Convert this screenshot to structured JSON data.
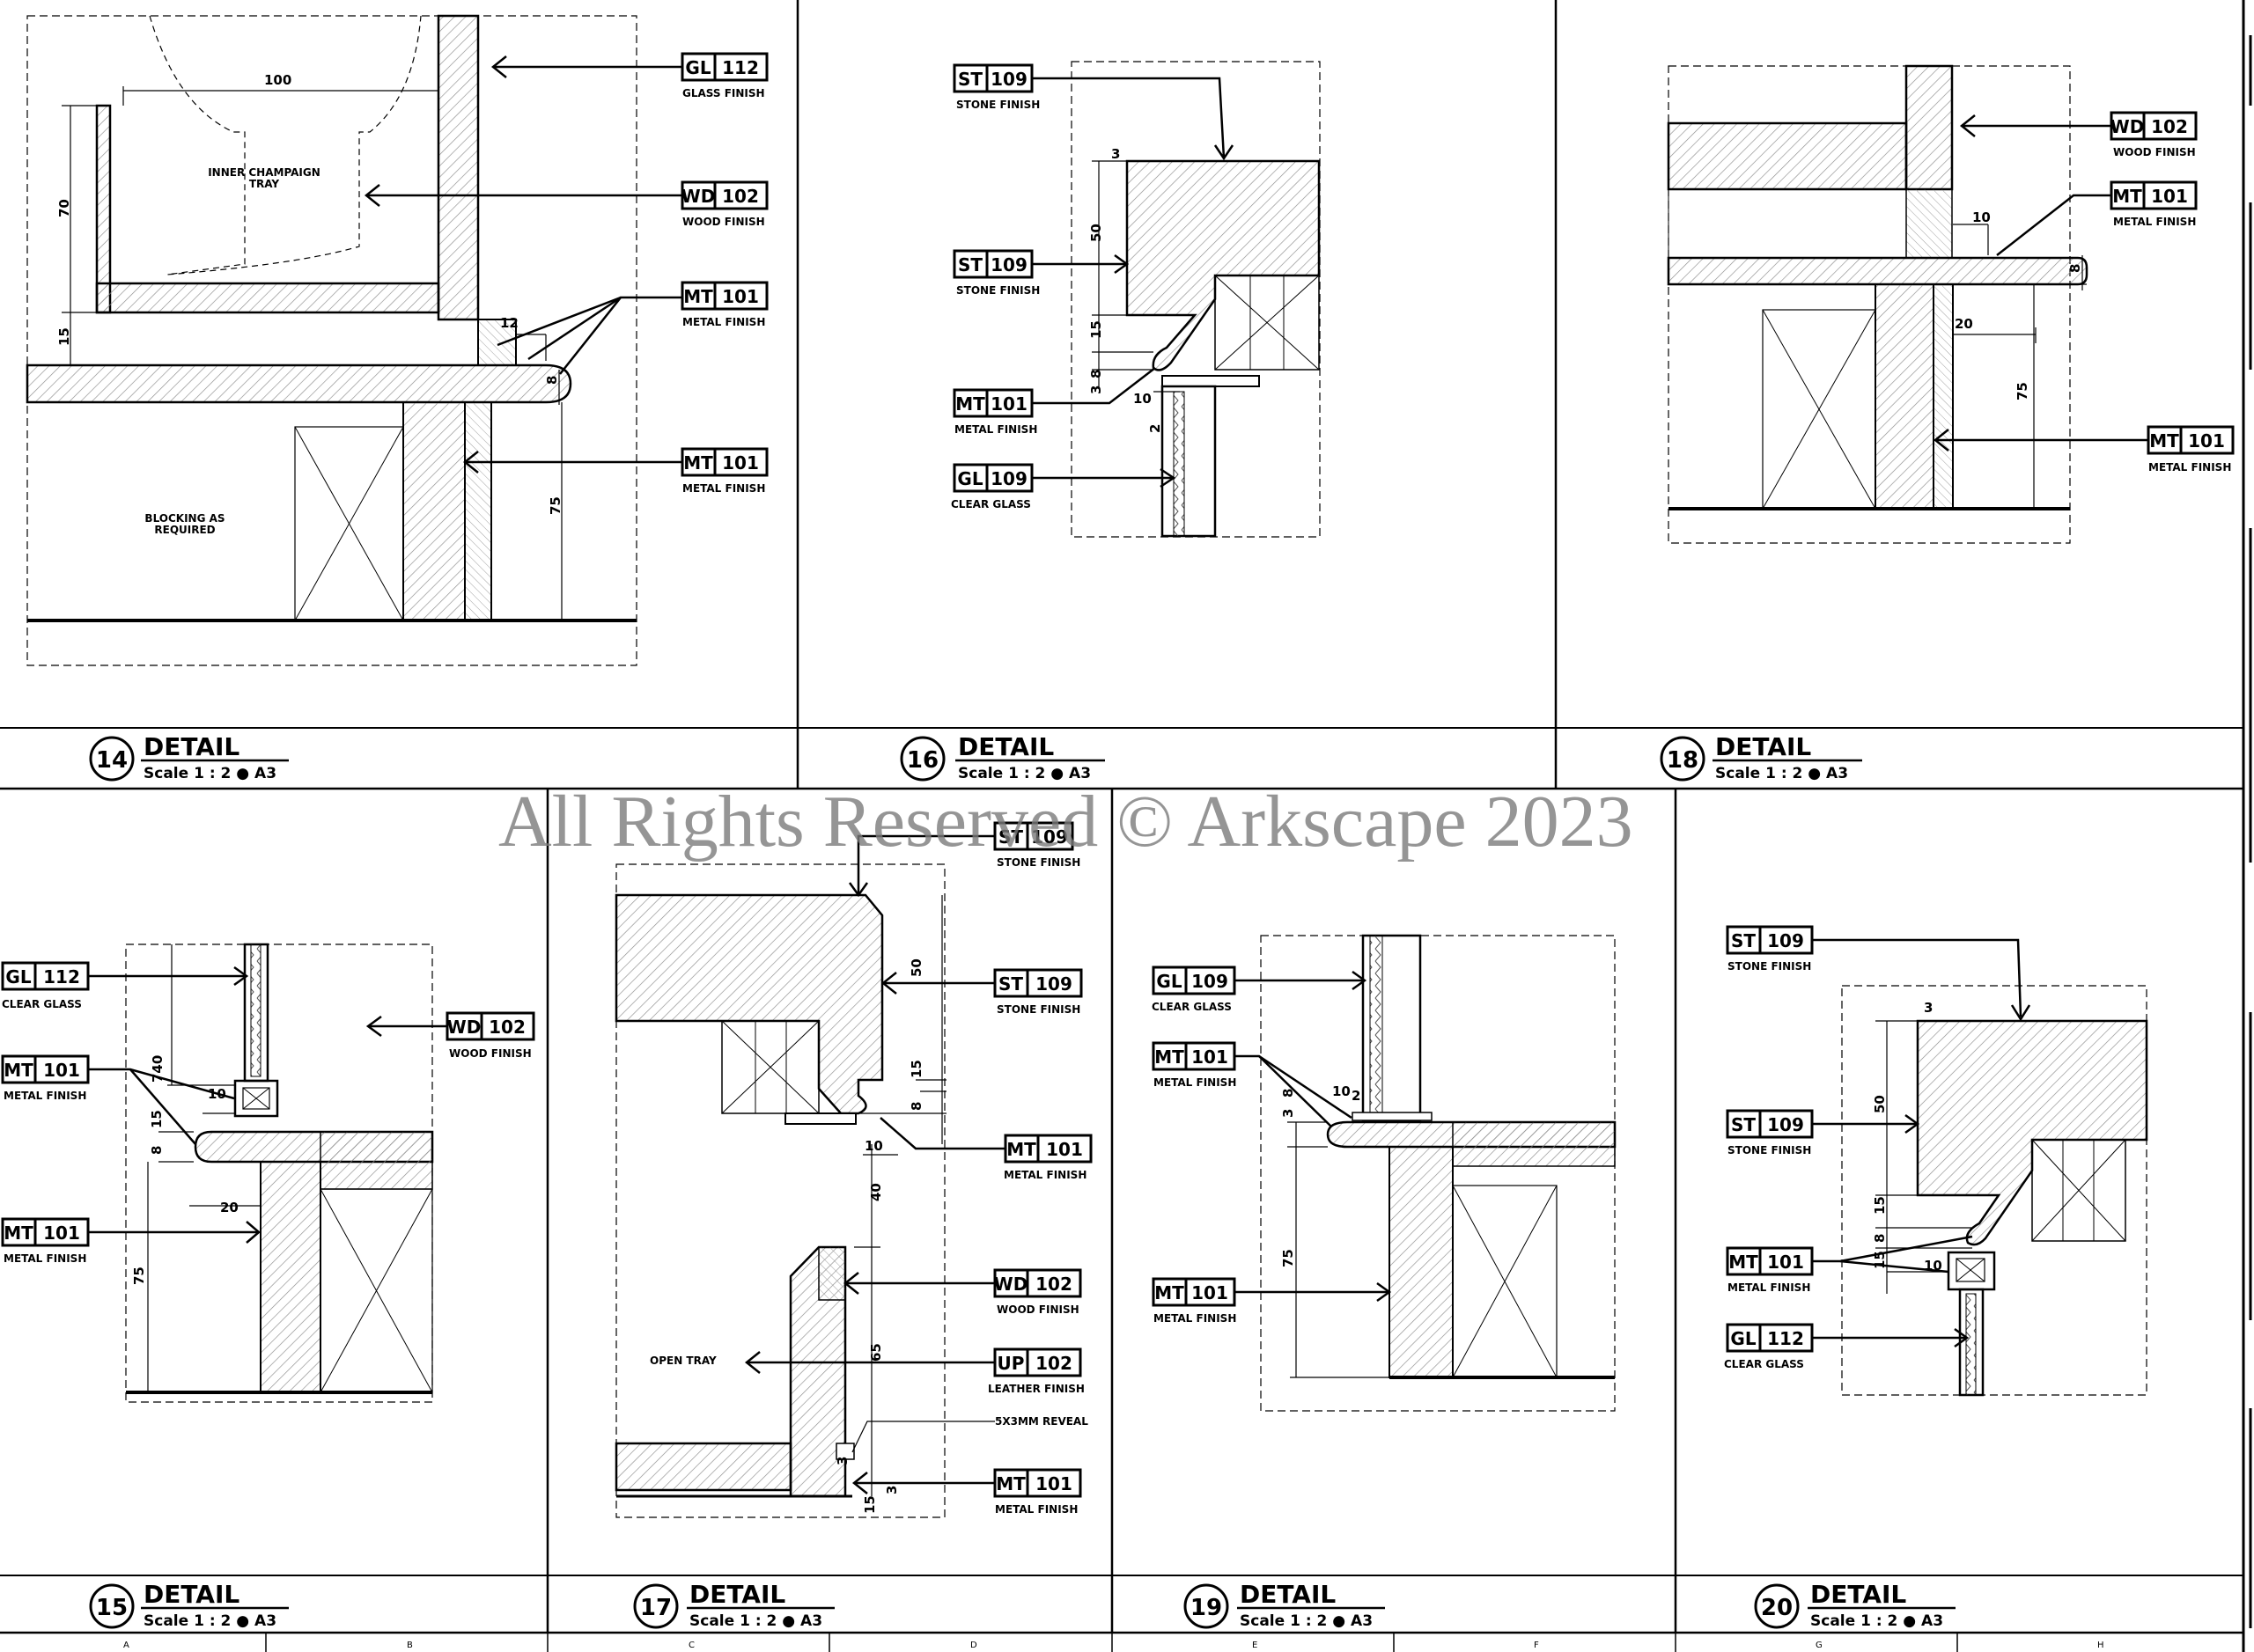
{
  "watermark": "All Rights Reserved © Arkscape 2023",
  "details": [
    {
      "number": "14",
      "title": "DETAIL",
      "scale": "Scale 1 : 2 ● A3"
    },
    {
      "number": "16",
      "title": "DETAIL",
      "scale": "Scale 1 : 2 ● A3"
    },
    {
      "number": "18",
      "title": "DETAIL",
      "scale": "Scale 1 : 2 ● A3"
    },
    {
      "number": "15",
      "title": "DETAIL",
      "scale": "Scale 1 : 2 ● A3"
    },
    {
      "number": "17",
      "title": "DETAIL",
      "scale": "Scale 1 : 2 ● A3"
    },
    {
      "number": "19",
      "title": "DETAIL",
      "scale": "Scale 1 : 2 ● A3"
    },
    {
      "number": "20",
      "title": "DETAIL",
      "scale": "Scale 1 : 2 ● A3"
    }
  ],
  "grid_letters": [
    "A",
    "B",
    "C",
    "D",
    "E",
    "F",
    "G",
    "H"
  ],
  "finishes": {
    "gl112": {
      "code": "GL",
      "num": "112"
    },
    "gl109": {
      "code": "GL",
      "num": "109"
    },
    "wd102": {
      "code": "WD",
      "num": "102"
    },
    "mt101": {
      "code": "MT",
      "num": "101"
    },
    "st109": {
      "code": "ST",
      "num": "109"
    },
    "up102": {
      "code": "UP",
      "num": "102"
    }
  },
  "captions": {
    "glass_finish": "GLASS FINISH",
    "wood_finish": "WOOD FINISH",
    "metal_finish": "METAL FINISH",
    "stone_finish": "STONE FINISH",
    "clear_glass": "CLEAR GLASS",
    "leather_finish": "LEATHER FINISH",
    "reveal": "5X3MM REVEAL",
    "inner_tray_1": "INNER CHAMPAIGN",
    "inner_tray_2": "TRAY",
    "blocking_1": "BLOCKING AS",
    "blocking_2": "REQUIRED",
    "open_tray": "OPEN TRAY"
  },
  "dimensions": {
    "d100": "100",
    "d70": "70",
    "d15": "15",
    "d12": "12",
    "d8": "8",
    "d75": "75",
    "d3": "3",
    "d50": "50",
    "d10": "10",
    "d2": "2",
    "d20": "20",
    "d740": "740",
    "d40": "40",
    "d65": "65"
  },
  "colors": {
    "ink": "#000000",
    "hatch": "#8c8c8c",
    "watermark": "#7a7a7a"
  }
}
